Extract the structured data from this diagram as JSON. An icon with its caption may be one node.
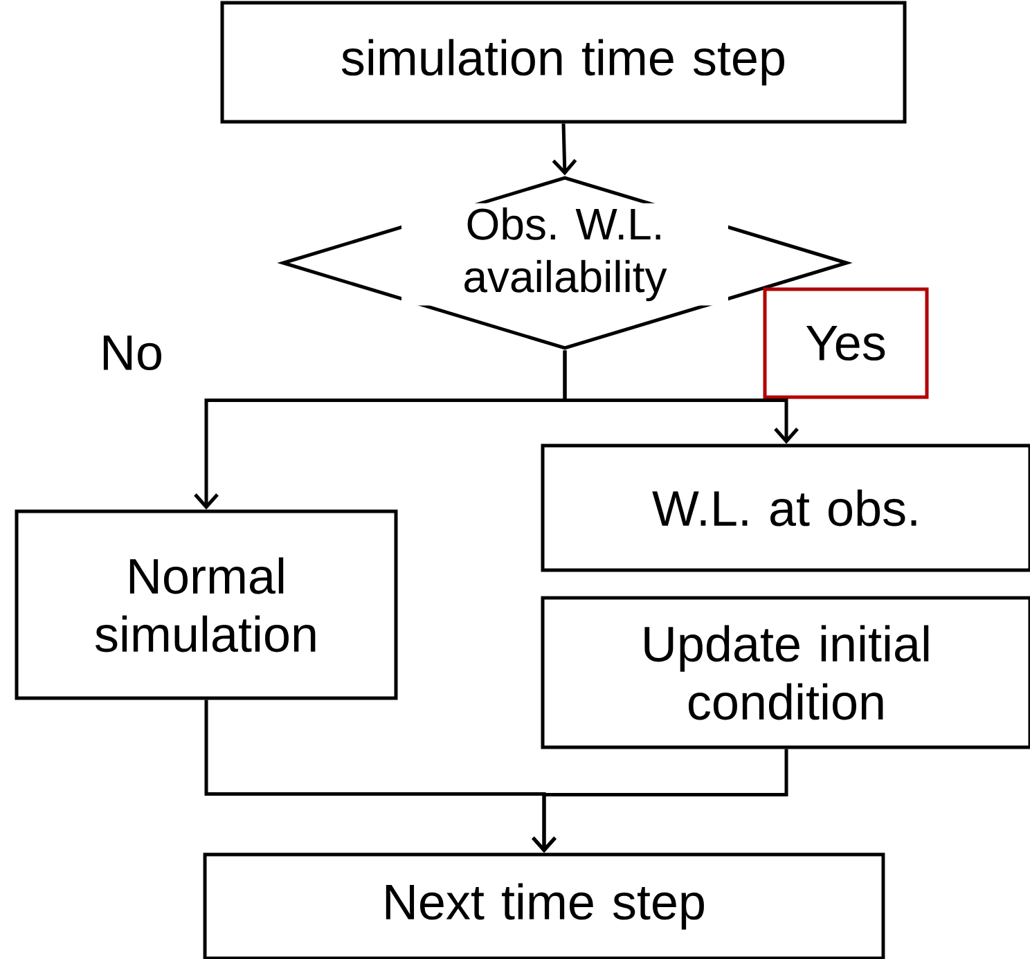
{
  "diagram": {
    "nodes": [
      {
        "text": [
          "simulation time step"
        ]
      },
      {
        "text": [
          "Obs. W.L. availability"
        ]
      },
      {
        "text": [
          "Yes"
        ]
      },
      {
        "text": [
          "Normal simulation"
        ]
      },
      {
        "text": [
          "W.L. at obs."
        ]
      },
      {
        "text": [
          "Update initial condition"
        ]
      },
      {
        "text": [
          "Next time step"
        ]
      }
    ],
    "edges": [
      {
        "from": 0,
        "to": 1,
        "arrow": "to"
      },
      {
        "from": 1,
        "to": 3,
        "arrow": "to"
      },
      {
        "from": 1,
        "to": 4,
        "arrow": "to"
      },
      {
        "from": 3,
        "to": 6,
        "arrow": "to"
      },
      {
        "from": 5,
        "to": 6,
        "arrow": "to"
      }
    ],
    "labels": [
      "No"
    ]
  }
}
